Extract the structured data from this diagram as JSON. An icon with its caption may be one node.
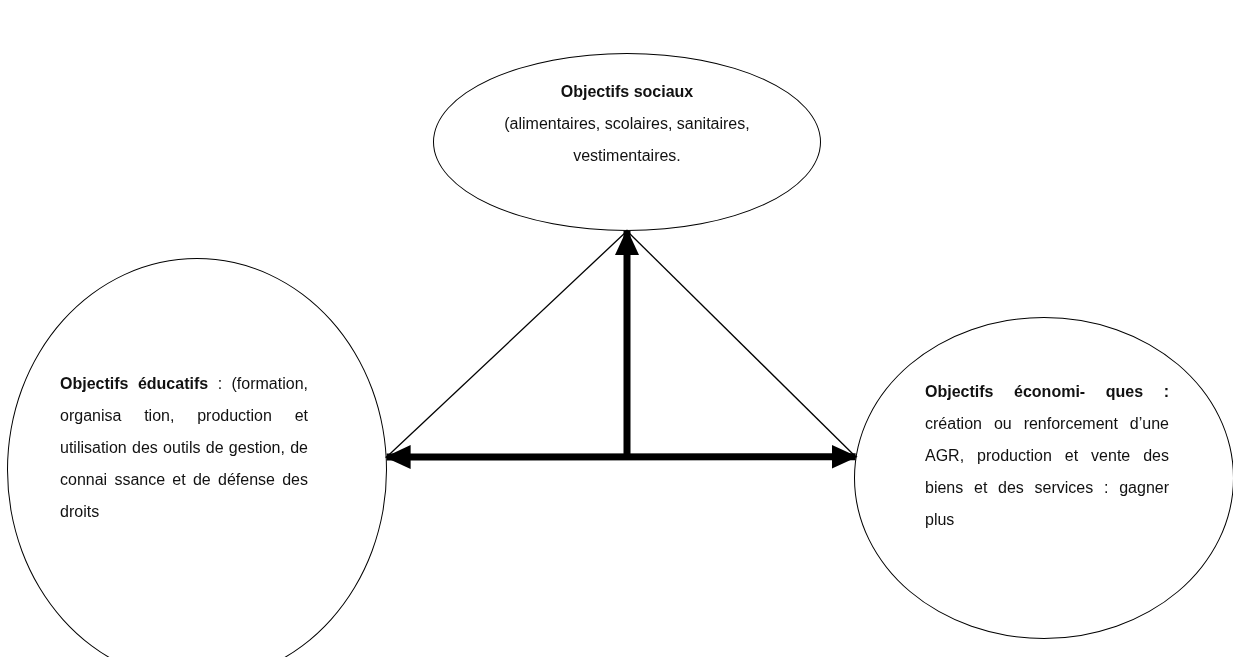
{
  "diagram": {
    "nodes": [
      {
        "text": [
          "Objectifs sociaux",
          "(alimentaires, scolaires, sanitaires, vestimentaires."
        ]
      },
      {
        "text": [
          "**Objectifs éducatifs** : (formation, organisa tion, production et utilisation des outils de gestion, de connai ssance et de défense des droits"
        ]
      },
      {
        "text": [
          "**Objectifs économi- ques :** création ou renforcement d’une AGR, production et vente des biens et des services : gagner plus"
        ]
      }
    ],
    "edges": [
      {
        "from": 0,
        "to": 1,
        "arrow": "none"
      },
      {
        "from": 0,
        "to": 2,
        "arrow": "none"
      },
      {
        "from": 1,
        "to": 2,
        "arrow": "both",
        "style": "thick"
      },
      {
        "from": null,
        "to": 0,
        "arrow": "to",
        "style": "thick"
      }
    ]
  }
}
